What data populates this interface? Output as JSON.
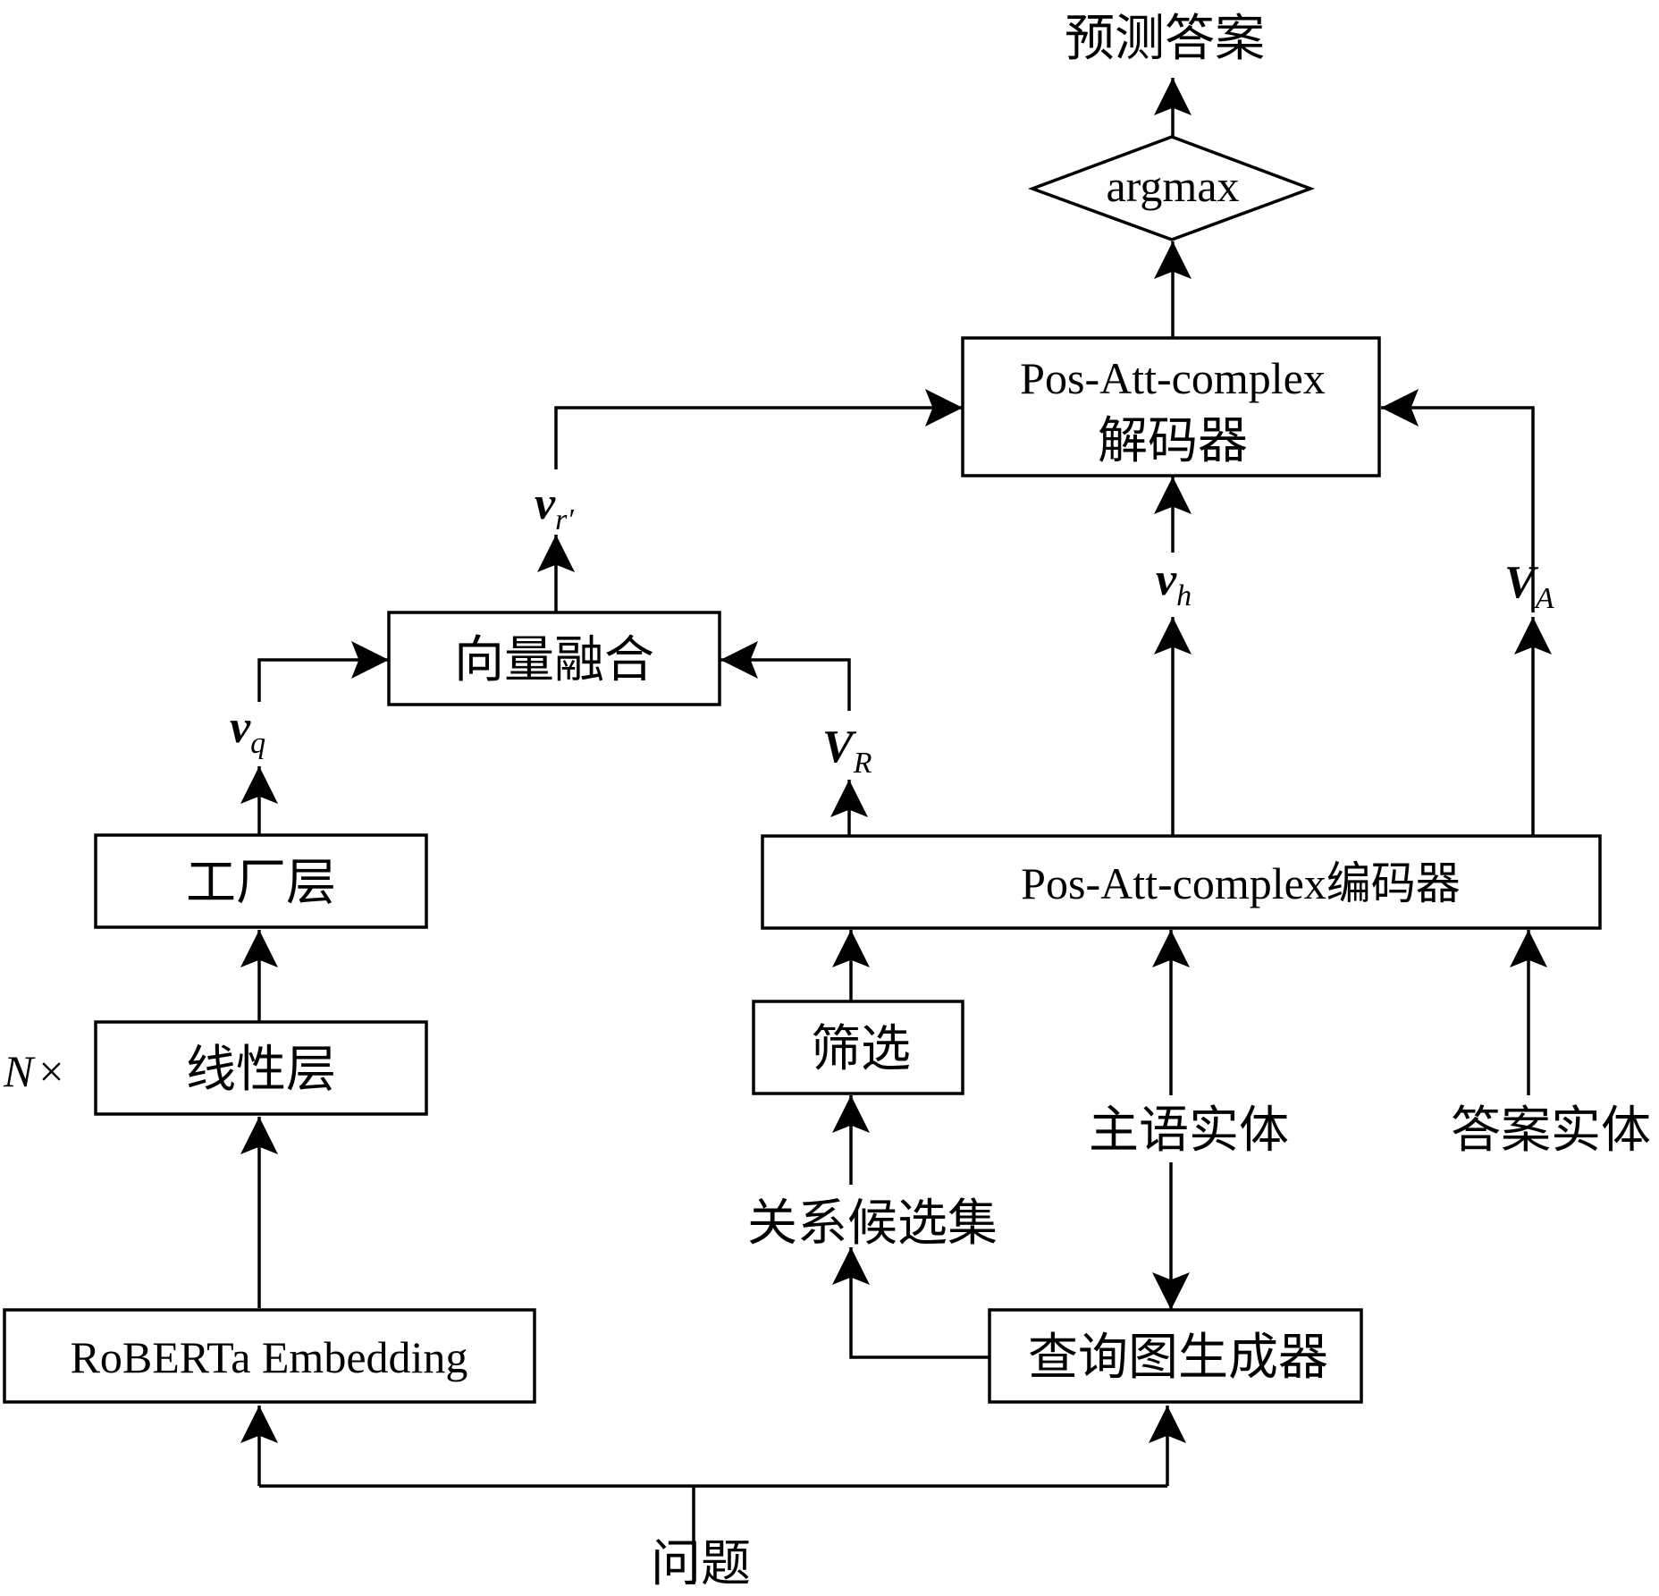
{
  "nodes": {
    "roberta": "RoBERTa Embedding",
    "linear": "线性层",
    "factory": "工厂层",
    "fusion": "向量融合",
    "decoder_line1": "Pos-Att-complex",
    "decoder_line2": "解码器",
    "argmax": "argmax",
    "encoder": "Pos-Att-complex编码器",
    "filter": "筛选",
    "query_graph": "查询图生成器"
  },
  "labels": {
    "prediction": "预测答案",
    "question": "问题",
    "relation_candidates": "关系候选集",
    "subject_entity": "主语实体",
    "answer_entity": "答案实体",
    "repeat_n": "N",
    "repeat_x": "×"
  },
  "variables": {
    "vq": {
      "main": "v",
      "sub": "q"
    },
    "vr_prime": {
      "main": "v",
      "sub": "r′"
    },
    "VR": {
      "main": "V",
      "sub": "R"
    },
    "vh": {
      "main": "v",
      "sub": "h"
    },
    "VA": {
      "main": "V",
      "sub": "A"
    }
  }
}
